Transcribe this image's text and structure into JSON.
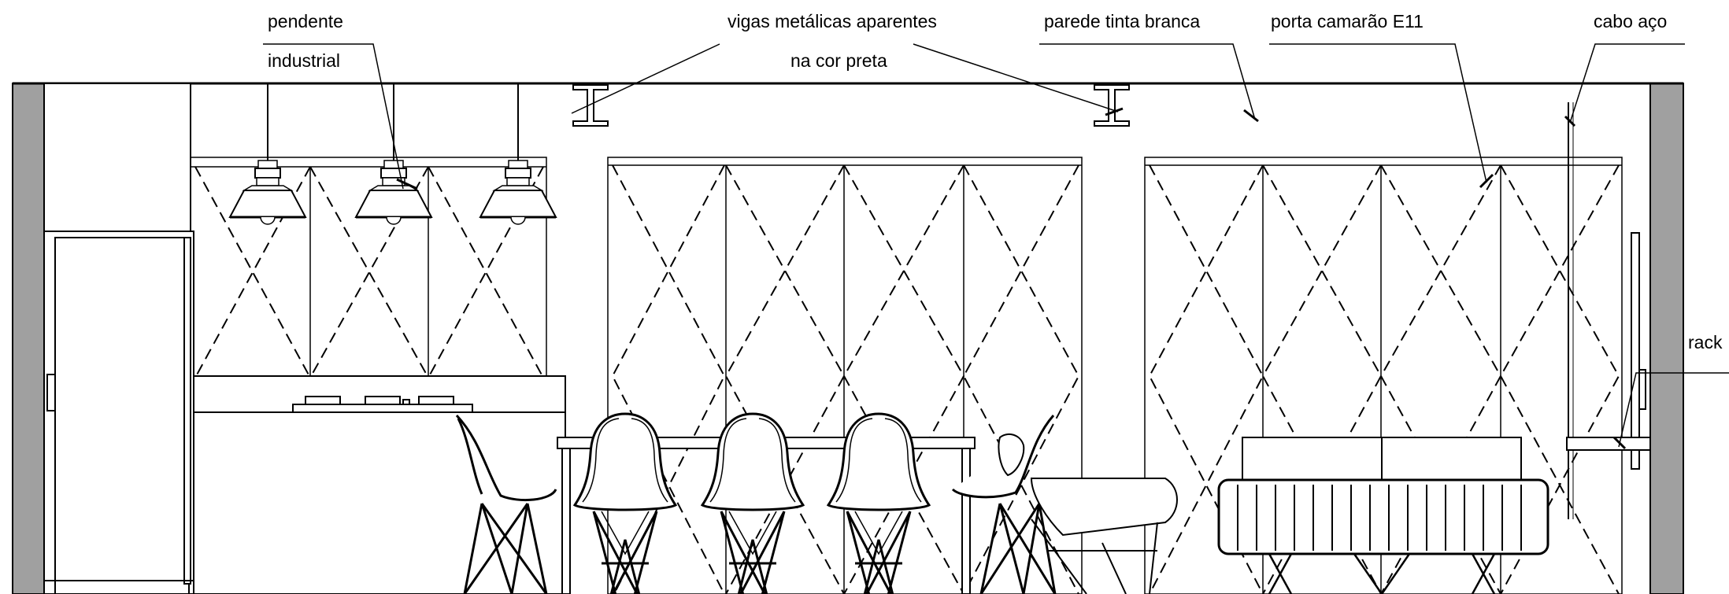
{
  "annotations": {
    "pendente_line1": "pendente",
    "pendente_line2": "industrial",
    "vigas_line1": "vigas metálicas aparentes",
    "vigas_line2": "na cor preta",
    "parede": "parede tinta branca",
    "porta": "porta camarão E11",
    "cabo": "cabo aço",
    "rack": "rack"
  },
  "colors": {
    "line": "#000000",
    "wall": "#a0a0a0",
    "background": "#ffffff"
  }
}
